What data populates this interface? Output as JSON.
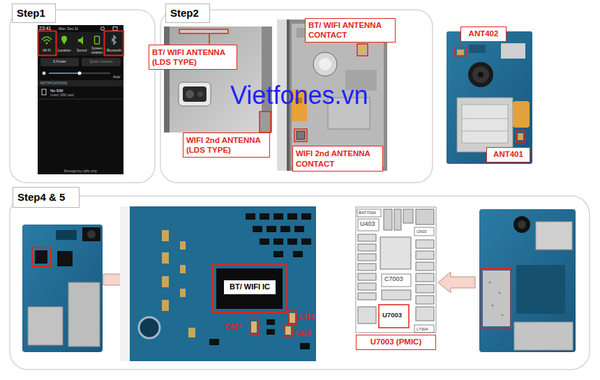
{
  "diagram": {
    "nodes": [
      {
        "text": [
          "Step1"
        ]
      },
      {
        "text": [
          "Step2"
        ]
      },
      {
        "text": [
          "BT/ WIFI ANTENNA (LDS TYPE)"
        ]
      },
      {
        "text": [
          "BT/ WIFI ANTENNA CONTACT"
        ]
      },
      {
        "text": [
          "WIFI 2nd ANTENNA (LDS TYPE)"
        ]
      },
      {
        "text": [
          "WIFI 2nd ANTENNA CONTACT"
        ]
      },
      {
        "text": [
          "ANT402"
        ]
      },
      {
        "text": [
          "ANT401"
        ]
      },
      {
        "text": [
          "Step4 & 5"
        ]
      },
      {
        "text": [
          "BT/ WIFI IC"
        ]
      },
      {
        "text": [
          "U7003 (PMIC)"
        ]
      }
    ],
    "labels": [
      "23:41",
      "Mon, Dec 31",
      "Wi-Fi",
      "Location",
      "Sound",
      "Screen rotation",
      "Bluetooth",
      "S Finder",
      "Quick Connect",
      "Auto",
      "NOTIFICATIONS",
      "No SIM",
      "Insert SIM card",
      "Emergency calls only",
      "Vietfones.vn",
      "C427",
      "L410",
      "C428",
      "BAT7004",
      "U403",
      "C603",
      "C7003",
      "U7003",
      "L7004"
    ]
  }
}
